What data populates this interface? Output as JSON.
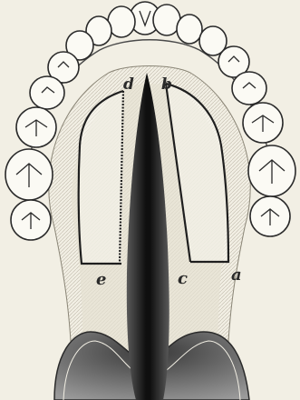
{
  "figure": {
    "labels": {
      "a": "a",
      "b": "b",
      "c": "c",
      "d": "d",
      "e": "e"
    }
  },
  "colors": {
    "paper": "#f2efe4",
    "ink": "#2a2a2a",
    "tooth": "#fbfaf4",
    "shadow": "#1a1a1a"
  }
}
